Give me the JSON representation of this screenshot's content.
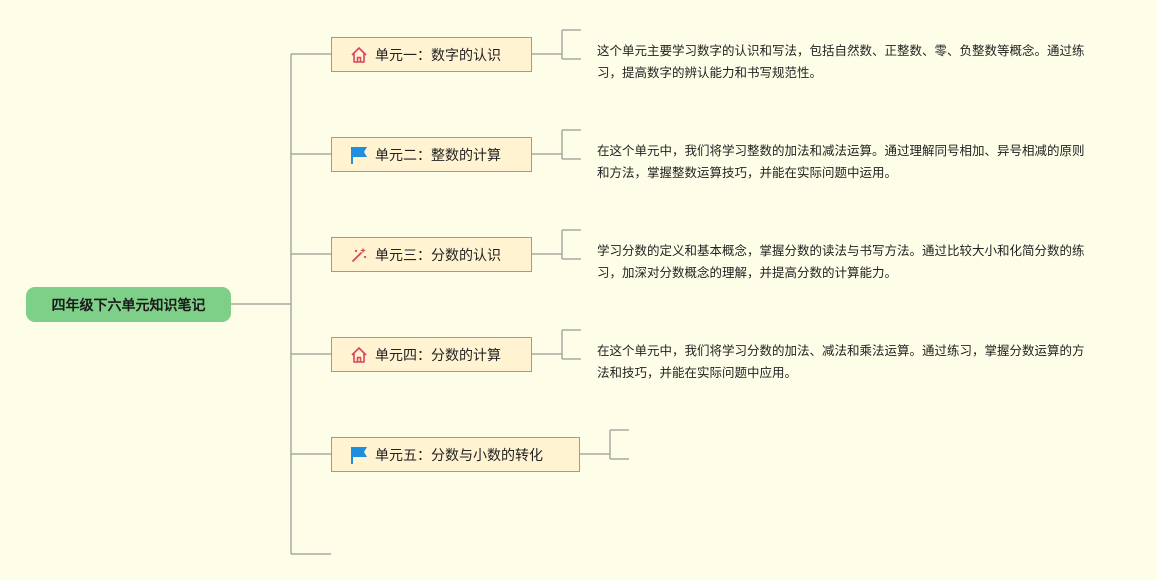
{
  "root": {
    "label": "四年级下六单元知识笔记"
  },
  "units": [
    {
      "label": "单元一：数字的认识",
      "icon": "home-icon",
      "note": "这个单元主要学习数字的认识和写法，包括自然数、正整数、零、负整数等概念。通过练习，提高数字的辨认能力和书写规范性。"
    },
    {
      "label": "单元二：整数的计算",
      "icon": "flag-icon",
      "note": "在这个单元中，我们将学习整数的加法和减法运算。通过理解同号相加、异号相减的原则和方法，掌握整数运算技巧，并能在实际问题中运用。"
    },
    {
      "label": "单元三：分数的认识",
      "icon": "magic-wand-icon",
      "note": "学习分数的定义和基本概念，掌握分数的读法与书写方法。通过比较大小和化简分数的练习，加深对分数概念的理解，并提高分数的计算能力。"
    },
    {
      "label": "单元四：分数的计算",
      "icon": "home-icon",
      "note": "在这个单元中，我们将学习分数的加法、减法和乘法运算。通过练习，掌握分数运算的方法和技巧，并能在实际问题中应用。"
    },
    {
      "label": "单元五：分数与小数的转化",
      "icon": "flag-icon",
      "note": ""
    }
  ],
  "colors": {
    "background": "#fefee8",
    "root": "#7ecf87",
    "topic": "#fff3d1",
    "line": "#a9a9a0",
    "home_icon": "#d9455f",
    "flag_icon": "#1e8fe0"
  }
}
